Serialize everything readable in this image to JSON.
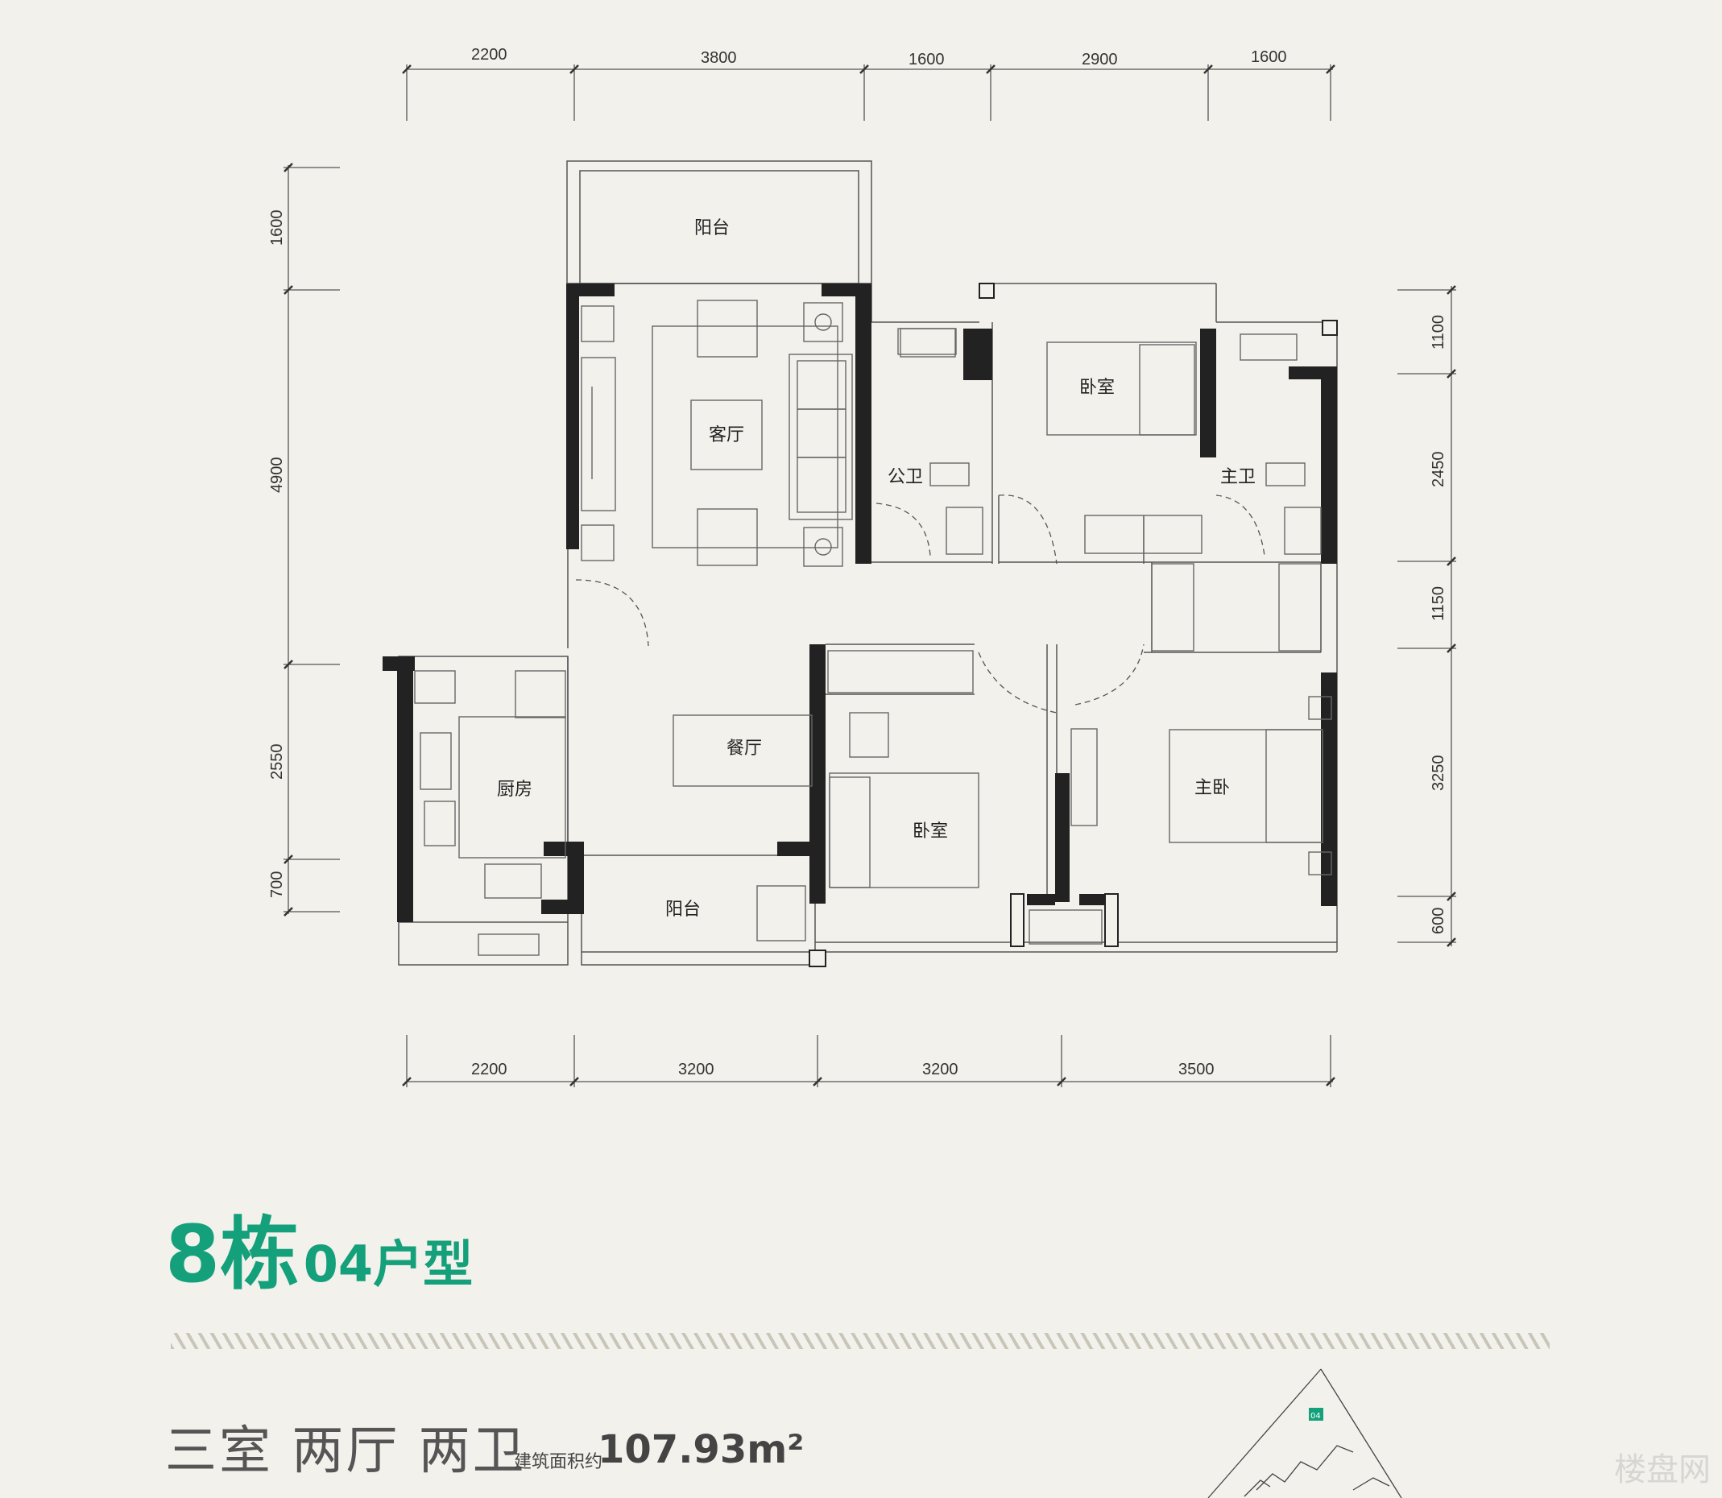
{
  "dims": {
    "top": [
      "2200",
      "3800",
      "1600",
      "2900",
      "1600"
    ],
    "bottom": [
      "2200",
      "3200",
      "3200",
      "3500"
    ],
    "left": [
      "1600",
      "4900",
      "2550",
      "700"
    ],
    "right": [
      "1100",
      "2450",
      "1150",
      "3250",
      "600"
    ]
  },
  "rooms": {
    "balcony_top": "阳台",
    "living": "客厅",
    "bedroom_1": "卧室",
    "public_bath": "公卫",
    "master_bath": "主卫",
    "dining": "餐厅",
    "kitchen": "厨房",
    "bedroom_2": "卧室",
    "master_bedroom": "主卧",
    "balcony_bottom": "阳台"
  },
  "title": {
    "building_num": "8",
    "building_char": "栋",
    "unit_num": "04",
    "unit_char": "户型"
  },
  "layout_desc": "三室 两厅 两卫",
  "area": {
    "label": "建筑面积约",
    "value": "107.93m²"
  },
  "key_plan_tag": "04",
  "watermark": "楼盘网",
  "colors": {
    "accent": "#14a07a",
    "wall": "#222222",
    "line": "#555555"
  }
}
